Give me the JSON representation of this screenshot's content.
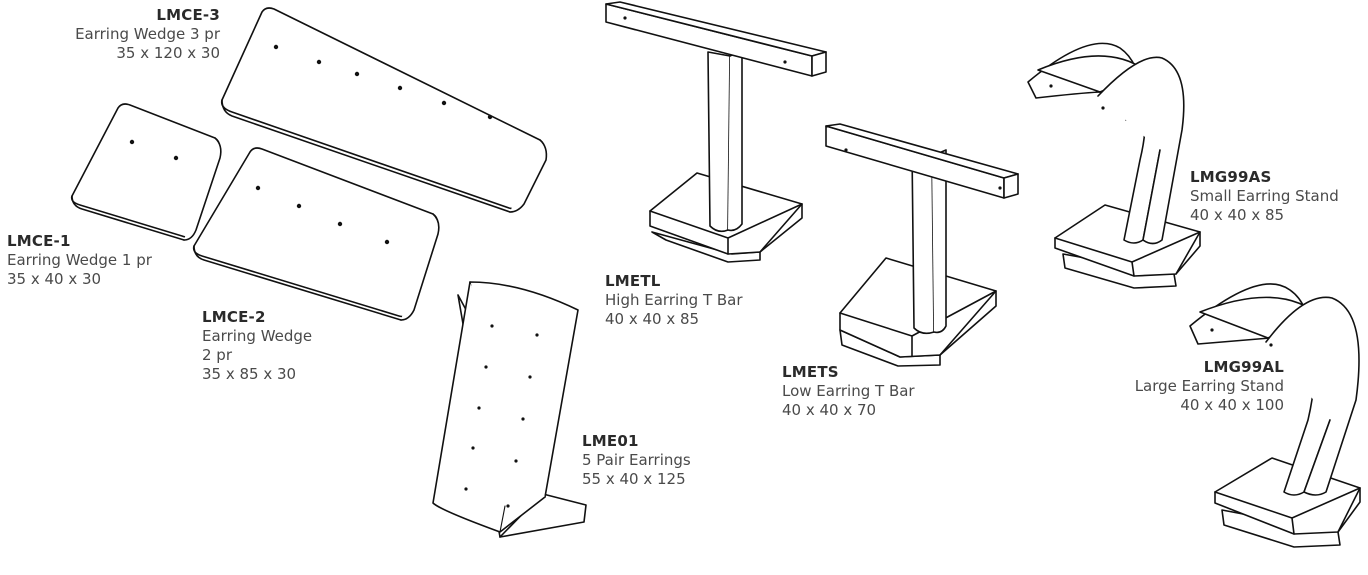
{
  "products": [
    {
      "code": "LMCE-3",
      "lines": [
        "Earring Wedge 3 pr",
        "35 x 120 x 30"
      ]
    },
    {
      "code": "LMCE-1",
      "lines": [
        "Earring Wedge 1 pr",
        "35 x 40 x 30"
      ]
    },
    {
      "code": "LMCE-2",
      "lines": [
        "Earring Wedge",
        "2 pr",
        "35 x 85 x 30"
      ]
    },
    {
      "code": "LME01",
      "lines": [
        "5 Pair Earrings",
        "55 x 40 x 125"
      ]
    },
    {
      "code": "LMETL",
      "lines": [
        "High Earring T Bar",
        "40 x 40 x 85"
      ]
    },
    {
      "code": "LMETS",
      "lines": [
        "Low Earring T Bar",
        "40 x 40 x 70"
      ]
    },
    {
      "code": "LMG99AS",
      "lines": [
        "Small Earring Stand",
        "40 x 40 x 85"
      ]
    },
    {
      "code": "LMG99AL",
      "lines": [
        "Large Earring Stand",
        "40 x 40 x 100"
      ]
    }
  ]
}
